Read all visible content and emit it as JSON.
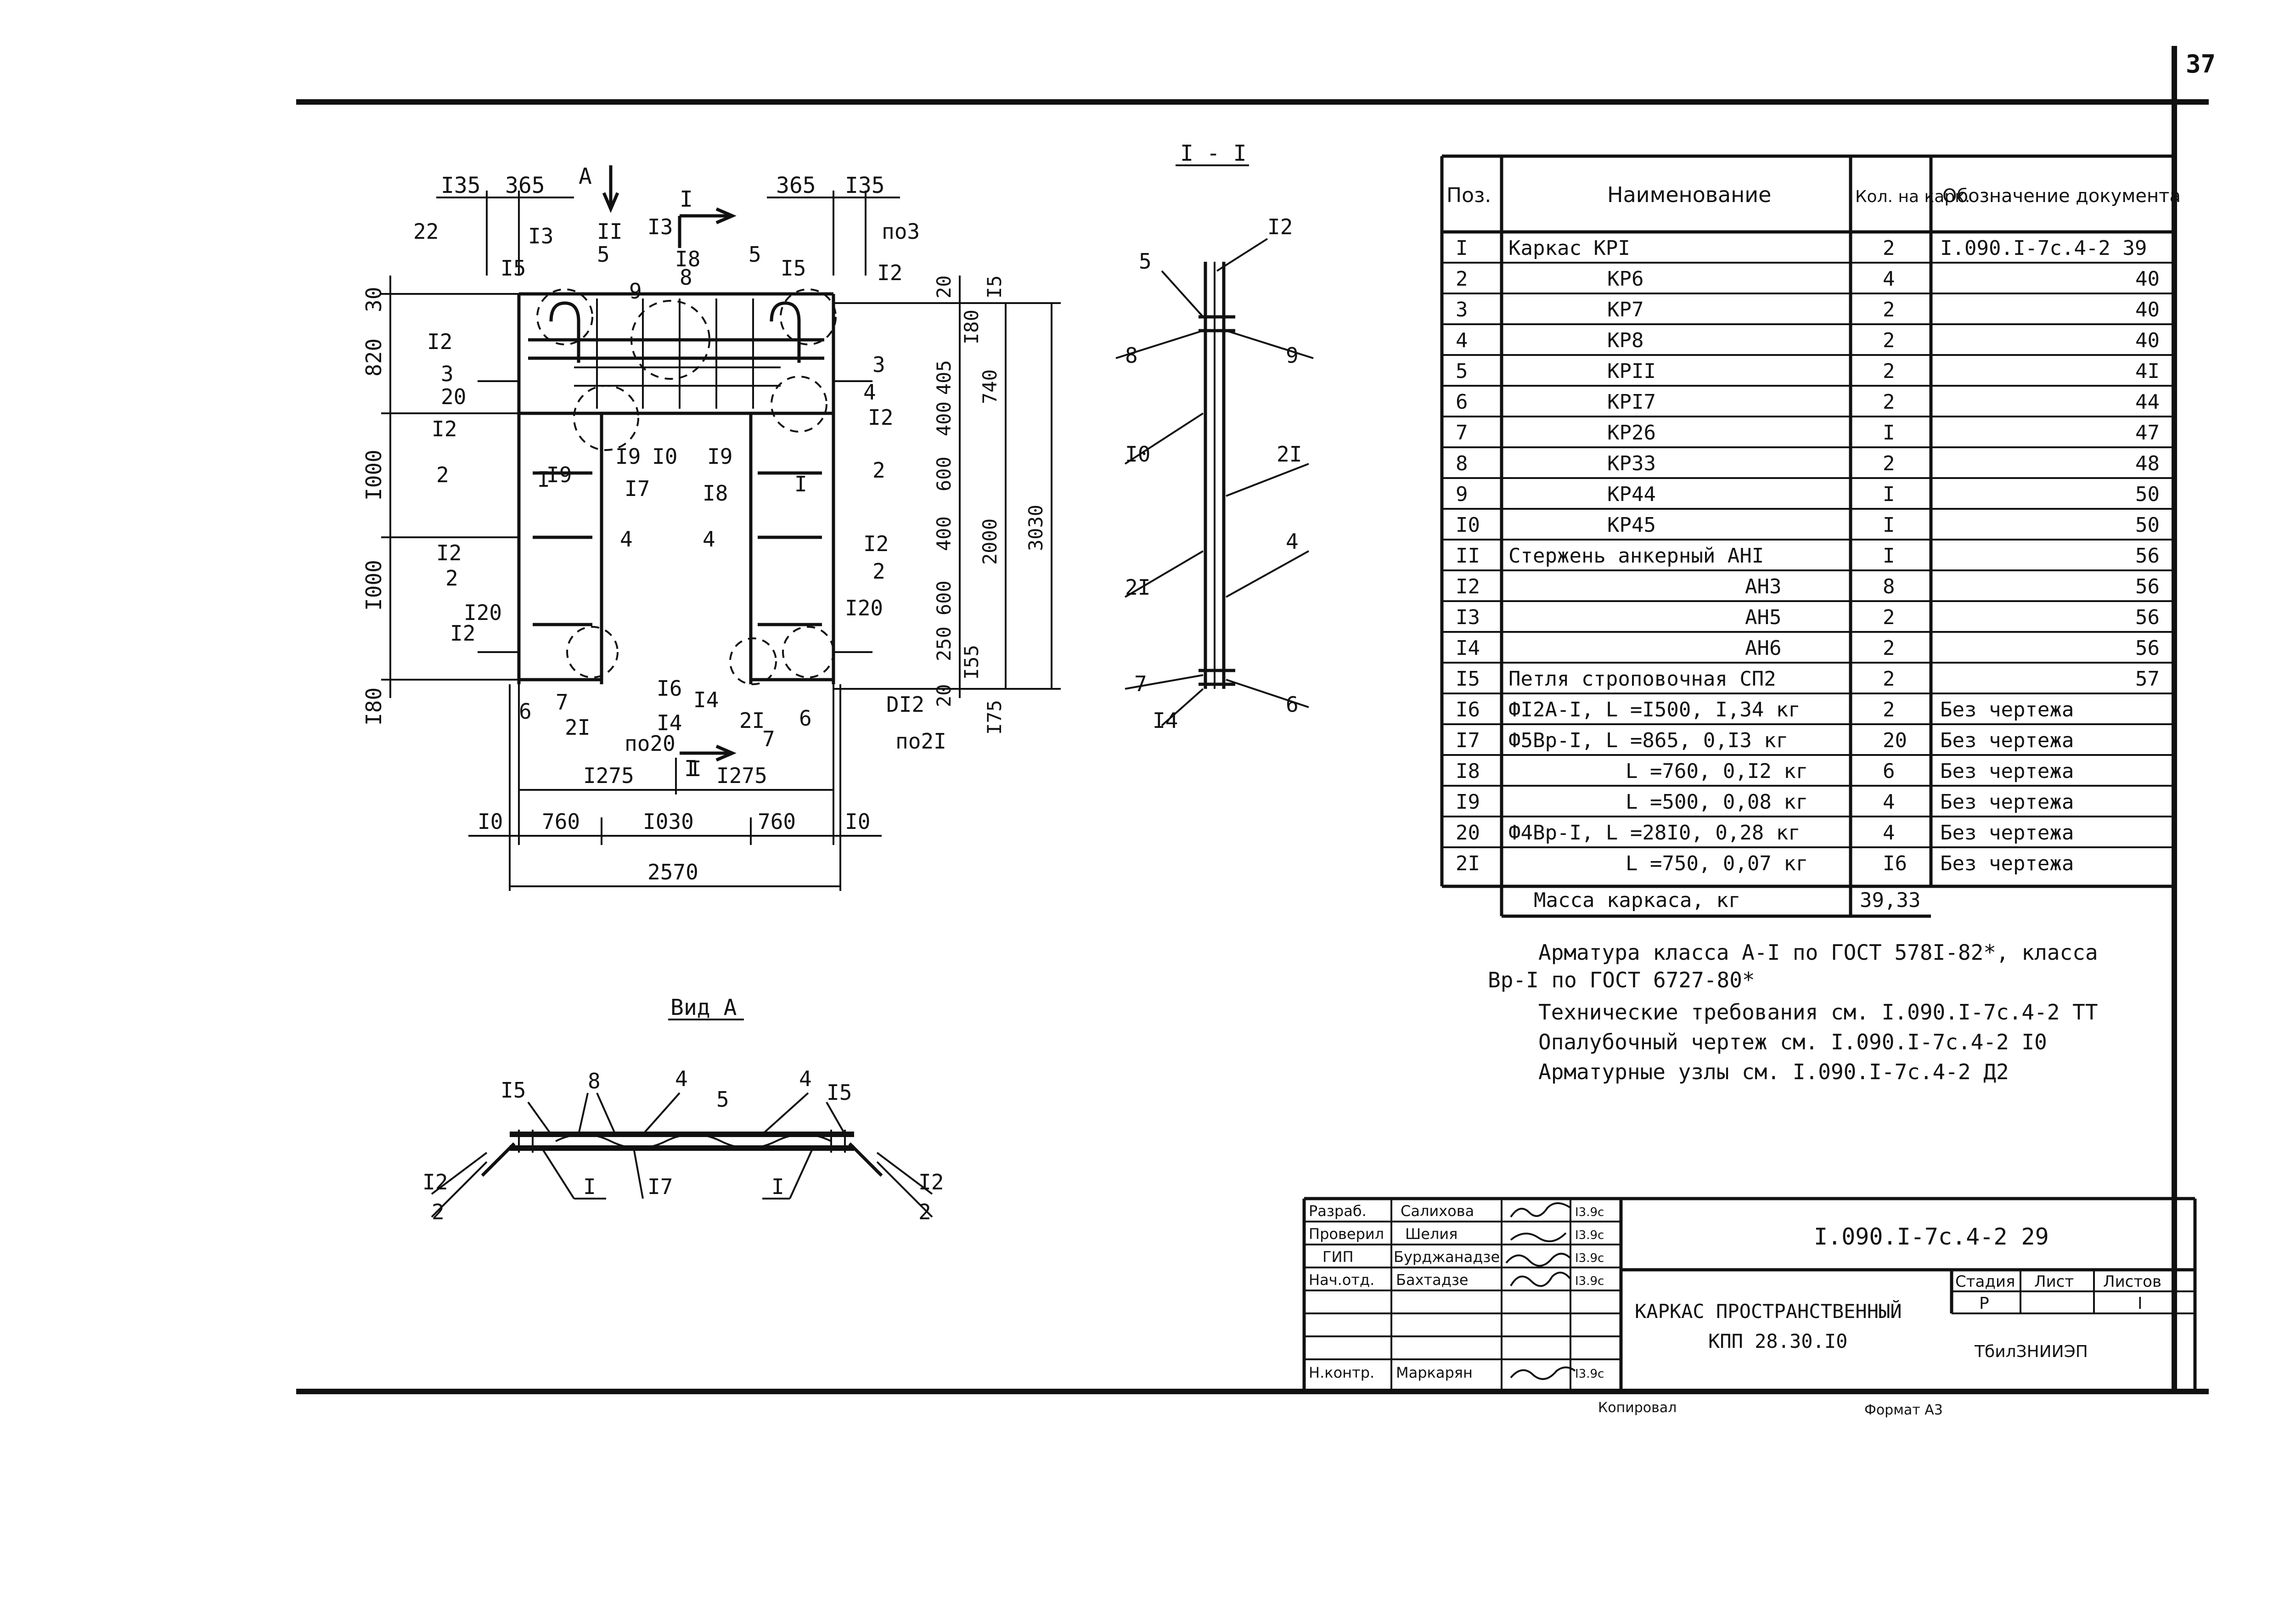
{
  "page_number": "37",
  "section_label": "I - I",
  "view_label": "Вид А",
  "plan": {
    "top_dims": [
      "I35",
      "365",
      "365",
      "I35"
    ],
    "arrow_A": "А",
    "section_I": "I",
    "callouts": [
      "22",
      "I3",
      "II",
      "5",
      "I3",
      "I8",
      "8",
      "5",
      "I5",
      "по3",
      "I5",
      "9",
      "I2",
      "I2",
      "3",
      "20",
      "I2",
      "3",
      "4",
      "I2",
      "2",
      "I",
      "I9",
      "I9",
      "I0",
      "I9",
      "I7",
      "I8",
      "I",
      "2",
      "4",
      "4",
      "I2",
      "2",
      "I2",
      "2",
      "I20",
      "I20",
      "I2",
      "I6",
      "I4",
      "6",
      "7",
      "2I",
      "по20",
      "I4",
      "2I",
      "7",
      "6",
      "I",
      "DI2",
      "по2I"
    ],
    "left_dims": [
      "30",
      "820",
      "I000",
      "I000",
      "I80"
    ],
    "right_dims": [
      "20",
      "405",
      "I80",
      "I5",
      "740",
      "400",
      "600",
      "400",
      "2000",
      "3030",
      "600",
      "250",
      "I55",
      "20",
      "I75"
    ],
    "bottom_dims_mid": [
      "I275",
      "I275"
    ],
    "bottom_dims": [
      "I0",
      "760",
      "I030",
      "760",
      "I0"
    ],
    "total_width": "2570"
  },
  "section": {
    "callouts": [
      "I2",
      "5",
      "8",
      "9",
      "I0",
      "2I",
      "2I",
      "4",
      "7",
      "6",
      "I4"
    ]
  },
  "view_a": {
    "callouts": [
      "I5",
      "8",
      "4",
      "5",
      "4",
      "I5",
      "I2",
      "2",
      "I",
      "I7",
      "I",
      "I2",
      "2"
    ]
  },
  "spec_table": {
    "headers": [
      "Поз.",
      "Наименование",
      "Кол. на карк.",
      "Обозначение документа"
    ],
    "rows": [
      [
        "I",
        "Каркас КРI",
        "2",
        "I.090.I-7с.4-2 39"
      ],
      [
        "2",
        "КР6",
        "4",
        "40"
      ],
      [
        "3",
        "КР7",
        "2",
        "40"
      ],
      [
        "4",
        "КР8",
        "2",
        "40"
      ],
      [
        "5",
        "КРII",
        "2",
        "4I"
      ],
      [
        "6",
        "КРI7",
        "2",
        "44"
      ],
      [
        "7",
        "КР26",
        "I",
        "47"
      ],
      [
        "8",
        "КР33",
        "2",
        "48"
      ],
      [
        "9",
        "КР44",
        "I",
        "50"
      ],
      [
        "I0",
        "КР45",
        "I",
        "50"
      ],
      [
        "II",
        "Стержень анкерный АНI",
        "I",
        "56"
      ],
      [
        "I2",
        "АН3",
        "8",
        "56"
      ],
      [
        "I3",
        "АН5",
        "2",
        "56"
      ],
      [
        "I4",
        "АН6",
        "2",
        "56"
      ],
      [
        "I5",
        "Петля строповочная СП2",
        "2",
        "57"
      ],
      [
        "I6",
        "ФI2А-I, L =I500, I,34 кг",
        "2",
        "Без чертежа"
      ],
      [
        "I7",
        "Ф5Вр-I, L =865, 0,I3 кг",
        "20",
        "Без чертежа"
      ],
      [
        "I8",
        "L =760, 0,I2 кг",
        "6",
        "Без чертежа"
      ],
      [
        "I9",
        "L =500, 0,08 кг",
        "4",
        "Без чертежа"
      ],
      [
        "20",
        "Ф4Вр-I, L =28I0, 0,28 кг",
        "4",
        "Без чертежа"
      ],
      [
        "2I",
        "L =750, 0,07 кг",
        "I6",
        "Без чертежа"
      ]
    ],
    "mass_label": "Масса каркаса, кг",
    "mass_value": "39,33"
  },
  "notes": [
    "Арматура класса А-I по ГОСТ 578I-82*, класса",
    "Вр-I по ГОСТ 6727-80*",
    "Технические требования см. I.090.I-7с.4-2 ТТ",
    "Опалубочный чертеж см. I.090.I-7с.4-2 I0",
    "Арматурные узлы см. I.090.I-7с.4-2 Д2"
  ],
  "title_block": {
    "roles": [
      "Разраб.",
      "Проверил",
      "ГИП",
      "Нач.отд.",
      "Н.контр."
    ],
    "names": [
      "Салихова",
      "Шелия",
      "Бурджанадзе",
      "Бахтадзе",
      "Маркарян"
    ],
    "dates": [
      "I3.9с",
      "I3.9с",
      "I3.9с",
      "I3.9с",
      "I3.9с"
    ],
    "document_code": "I.090.I-7с.4-2 29",
    "title_line1": "КАРКАС ПРОСТРАНСТВЕННЫЙ",
    "title_line2": "КПП 28.30.I0",
    "stage_header": "Стадия",
    "sheet_header": "Лист",
    "sheets_header": "Листов",
    "stage_value": "Р",
    "sheets_value": "I",
    "organization": "ТбилЗНИИЭП"
  },
  "footer": {
    "copied": "Копировал",
    "format": "Формат А3"
  }
}
